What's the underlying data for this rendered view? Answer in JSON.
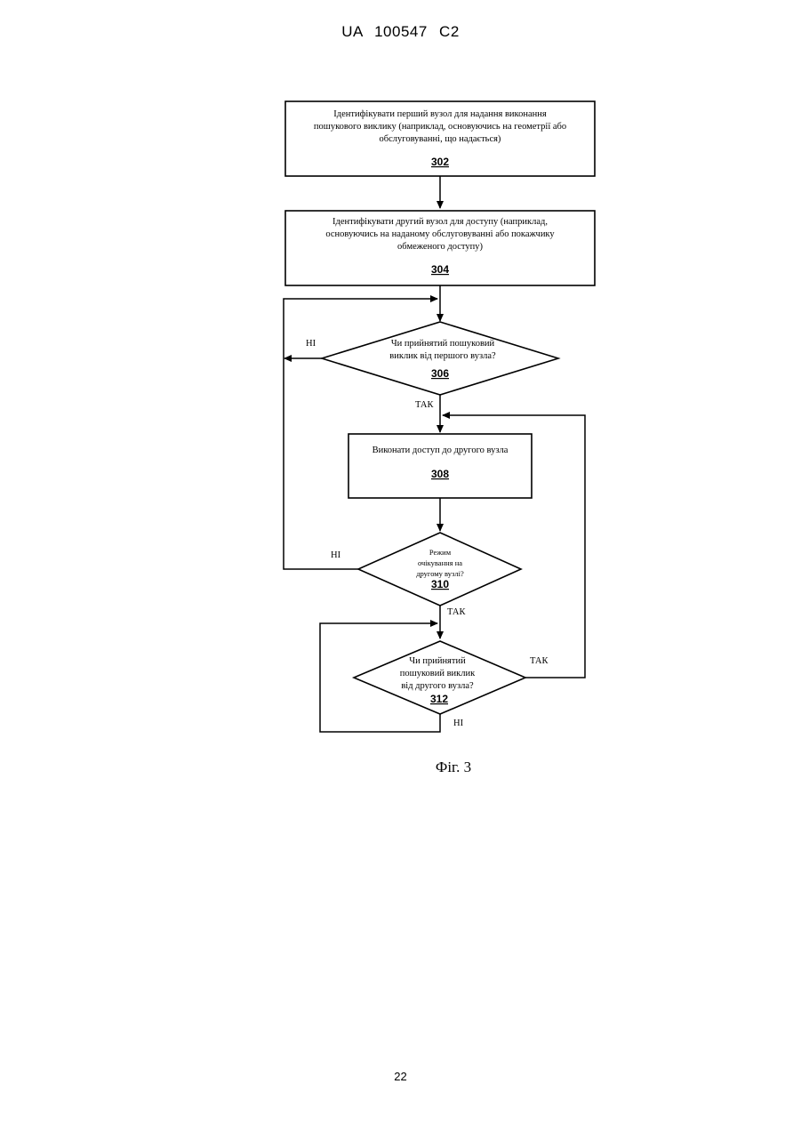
{
  "header": {
    "text": "UA   100547   C2"
  },
  "diagram": {
    "box_302": {
      "lines": [
        "Ідентифікувати перший вузол для надання виконання",
        "пошукового виклику (наприклад, основуючись на геометрії або",
        "обслуговуванні, що надається)"
      ],
      "ref": "302"
    },
    "box_304": {
      "lines": [
        "Ідентифікувати другий вузол для доступу (наприклад,",
        "основуючись на наданому обслуговуванні або покажчику",
        "обмеженого доступу)"
      ],
      "ref": "304"
    },
    "decision_306": {
      "lines": [
        "Чи прийнятий пошуковий",
        "виклик від першого вузла?"
      ],
      "ref": "306"
    },
    "box_308": {
      "lines": [
        "Виконати доступ до другого вузла"
      ],
      "ref": "308"
    },
    "decision_310": {
      "lines": [
        "Режим",
        "очікування на",
        "другому вузлі?"
      ],
      "ref": "310"
    },
    "decision_312": {
      "lines": [
        "Чи прийнятий",
        "пошуковий виклик",
        "від другого вузла?"
      ],
      "ref": "312"
    },
    "labels": {
      "no_306": "НІ",
      "yes_306": "ТАК",
      "no_310": "НІ",
      "yes_310": "ТАК",
      "yes_312": "ТАК",
      "no_312": "НІ"
    },
    "caption": "Фіг. 3"
  },
  "page_number": "22"
}
